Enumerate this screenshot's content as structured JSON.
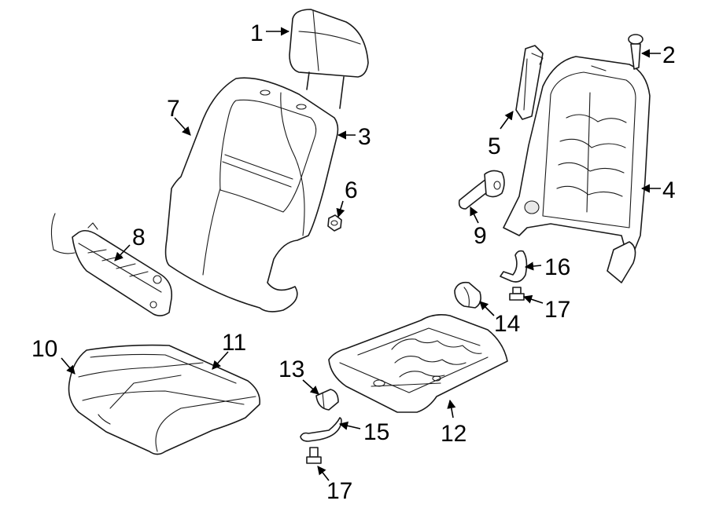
{
  "callouts": {
    "c1": "1",
    "c2": "2",
    "c3": "3",
    "c4": "4",
    "c5": "5",
    "c6": "6",
    "c7": "7",
    "c8": "8",
    "c9": "9",
    "c10": "10",
    "c11": "11",
    "c12": "12",
    "c13": "13",
    "c14": "14",
    "c15": "15",
    "c16": "16",
    "c17a": "17",
    "c17b": "17"
  }
}
